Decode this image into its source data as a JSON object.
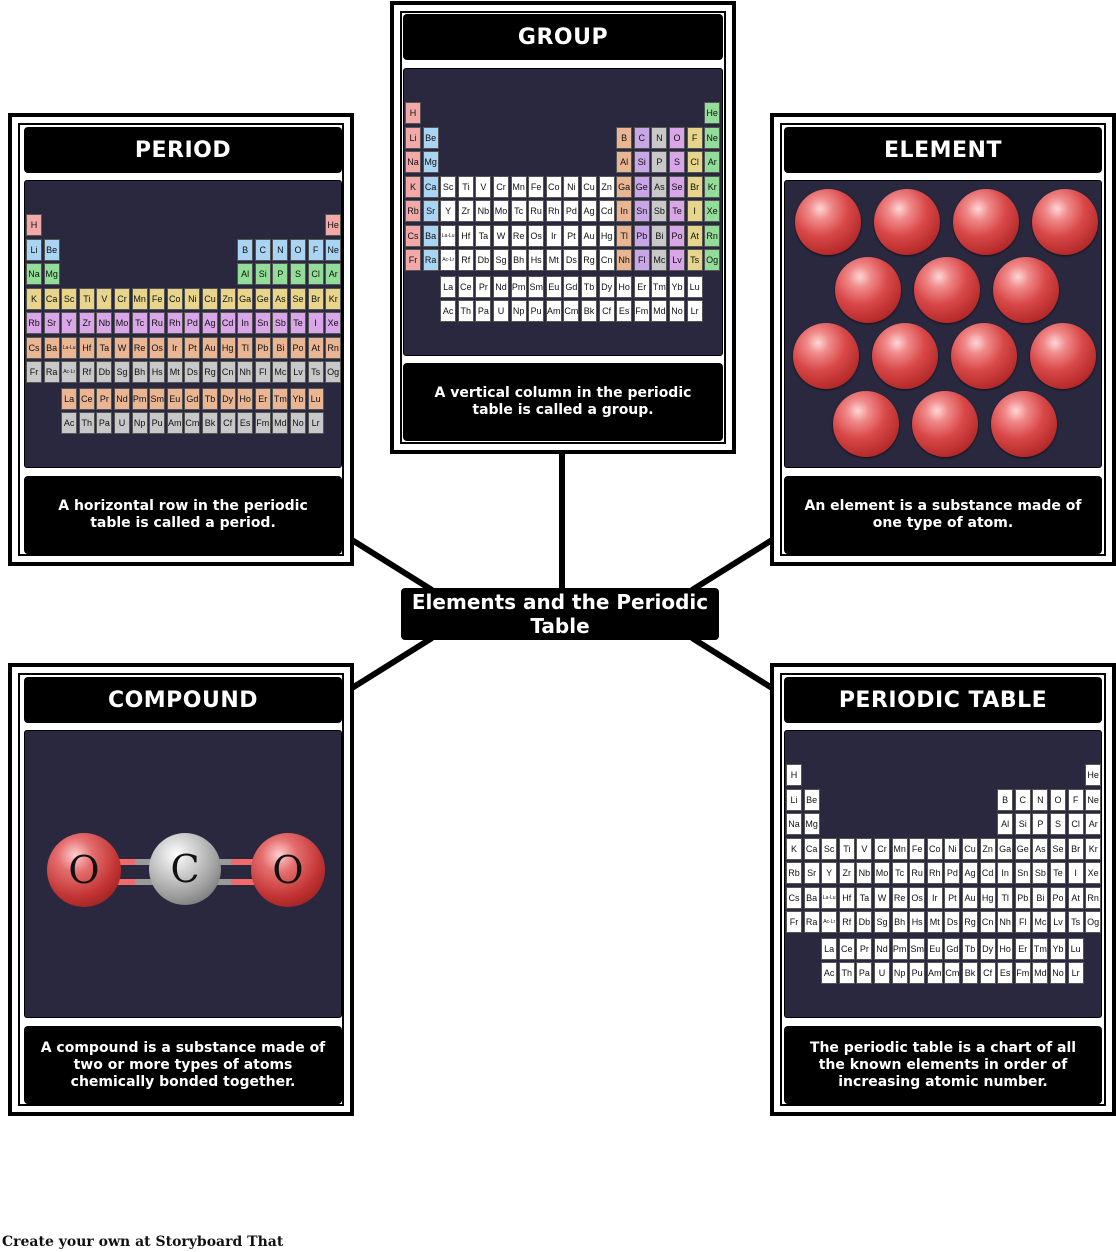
{
  "central_topic": "Elements and the Periodic Table",
  "cells": [
    {
      "id": "period",
      "title": "PERIOD",
      "description": "A horizontal row in the periodic table is called a period.",
      "image": "colored-periodic-table"
    },
    {
      "id": "group",
      "title": "GROUP",
      "description": "A vertical column in the periodic table is called a group.",
      "image": "group-highlight-periodic-table"
    },
    {
      "id": "element",
      "title": "ELEMENT",
      "description": "An element is a substance made of one type of atom.",
      "image": "identical-red-atoms"
    },
    {
      "id": "compound",
      "title": "COMPOUND",
      "description": "A compound is a substance made of two or more types of atoms chemically bonded together.",
      "image": "carbon-dioxide-molecule"
    },
    {
      "id": "periodic-table",
      "title": "PERIODIC TABLE",
      "description": "The periodic table is a chart of all the known elements in order of increasing atomic number.",
      "image": "plain-periodic-table"
    }
  ],
  "molecule": {
    "left": "O",
    "center": "C",
    "right": "O"
  },
  "periodic_table": {
    "rows": [
      [
        "H",
        "",
        "",
        "",
        "",
        "",
        "",
        "",
        "",
        "",
        "",
        "",
        "",
        "",
        "",
        "",
        "",
        "He"
      ],
      [
        "Li",
        "Be",
        "",
        "",
        "",
        "",
        "",
        "",
        "",
        "",
        "",
        "",
        "B",
        "C",
        "N",
        "O",
        "F",
        "Ne"
      ],
      [
        "Na",
        "Mg",
        "",
        "",
        "",
        "",
        "",
        "",
        "",
        "",
        "",
        "",
        "Al",
        "Si",
        "P",
        "S",
        "Cl",
        "Ar"
      ],
      [
        "K",
        "Ca",
        "Sc",
        "Ti",
        "V",
        "Cr",
        "Mn",
        "Fe",
        "Co",
        "Ni",
        "Cu",
        "Zn",
        "Ga",
        "Ge",
        "As",
        "Se",
        "Br",
        "Kr"
      ],
      [
        "Rb",
        "Sr",
        "Y",
        "Zr",
        "Nb",
        "Mo",
        "Tc",
        "Ru",
        "Rh",
        "Pd",
        "Ag",
        "Cd",
        "In",
        "Sn",
        "Sb",
        "Te",
        "I",
        "Xe"
      ],
      [
        "Cs",
        "Ba",
        "La-Lu",
        "Hf",
        "Ta",
        "W",
        "Re",
        "Os",
        "Ir",
        "Pt",
        "Au",
        "Hg",
        "Tl",
        "Pb",
        "Bi",
        "Po",
        "At",
        "Rn"
      ],
      [
        "Fr",
        "Ra",
        "Ac-Lr",
        "Rf",
        "Db",
        "Sg",
        "Bh",
        "Hs",
        "Mt",
        "Ds",
        "Rg",
        "Cn",
        "Nh",
        "Fl",
        "Mc",
        "Lv",
        "Ts",
        "Og"
      ]
    ],
    "lanthanides": [
      "La",
      "Ce",
      "Pr",
      "Nd",
      "Pm",
      "Sm",
      "Eu",
      "Gd",
      "Tb",
      "Dy",
      "Ho",
      "Er",
      "Tm",
      "Yb",
      "Lu"
    ],
    "actinides": [
      "Ac",
      "Th",
      "Pa",
      "U",
      "Np",
      "Pu",
      "Am",
      "Cm",
      "Bk",
      "Cf",
      "Es",
      "Fm",
      "Md",
      "No",
      "Lr"
    ],
    "period_colors": [
      "#f4a9a9",
      "#a9d4f2",
      "#92dd97",
      "#e6d58a",
      "#d9a6e8",
      "#eab592",
      "#c8c8c8"
    ],
    "group_highlight_colors": {
      "1": "#f4a9a9",
      "2": "#a9d4f2",
      "13": "#eab592",
      "14": "#c9a6e8",
      "15": "#c8c8c8",
      "16": "#d9a6e8",
      "17": "#e6d58a",
      "18": "#92dd97"
    }
  },
  "footer": "Create your own at Storyboard That"
}
